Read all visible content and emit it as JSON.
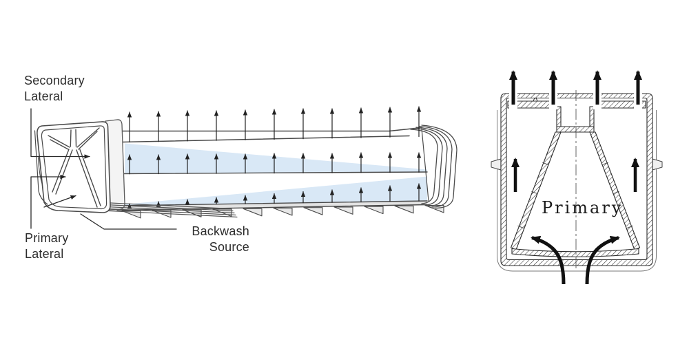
{
  "figure": {
    "title_context": "filter underdrain lateral flow diagram",
    "left_diagram": {
      "labels": {
        "secondary_lateral": "Secondary Lateral",
        "primary_lateral": "Primary Lateral",
        "backwash_source": "Backwash Source"
      }
    },
    "right_diagram": {
      "labels": {
        "primary": "Primary"
      }
    },
    "colors": {
      "water_fill": "#d9e8f6",
      "structure_line": "#4a4a4a",
      "section_line": "#2b2b2b",
      "arrow": "#1e1e1e"
    }
  }
}
